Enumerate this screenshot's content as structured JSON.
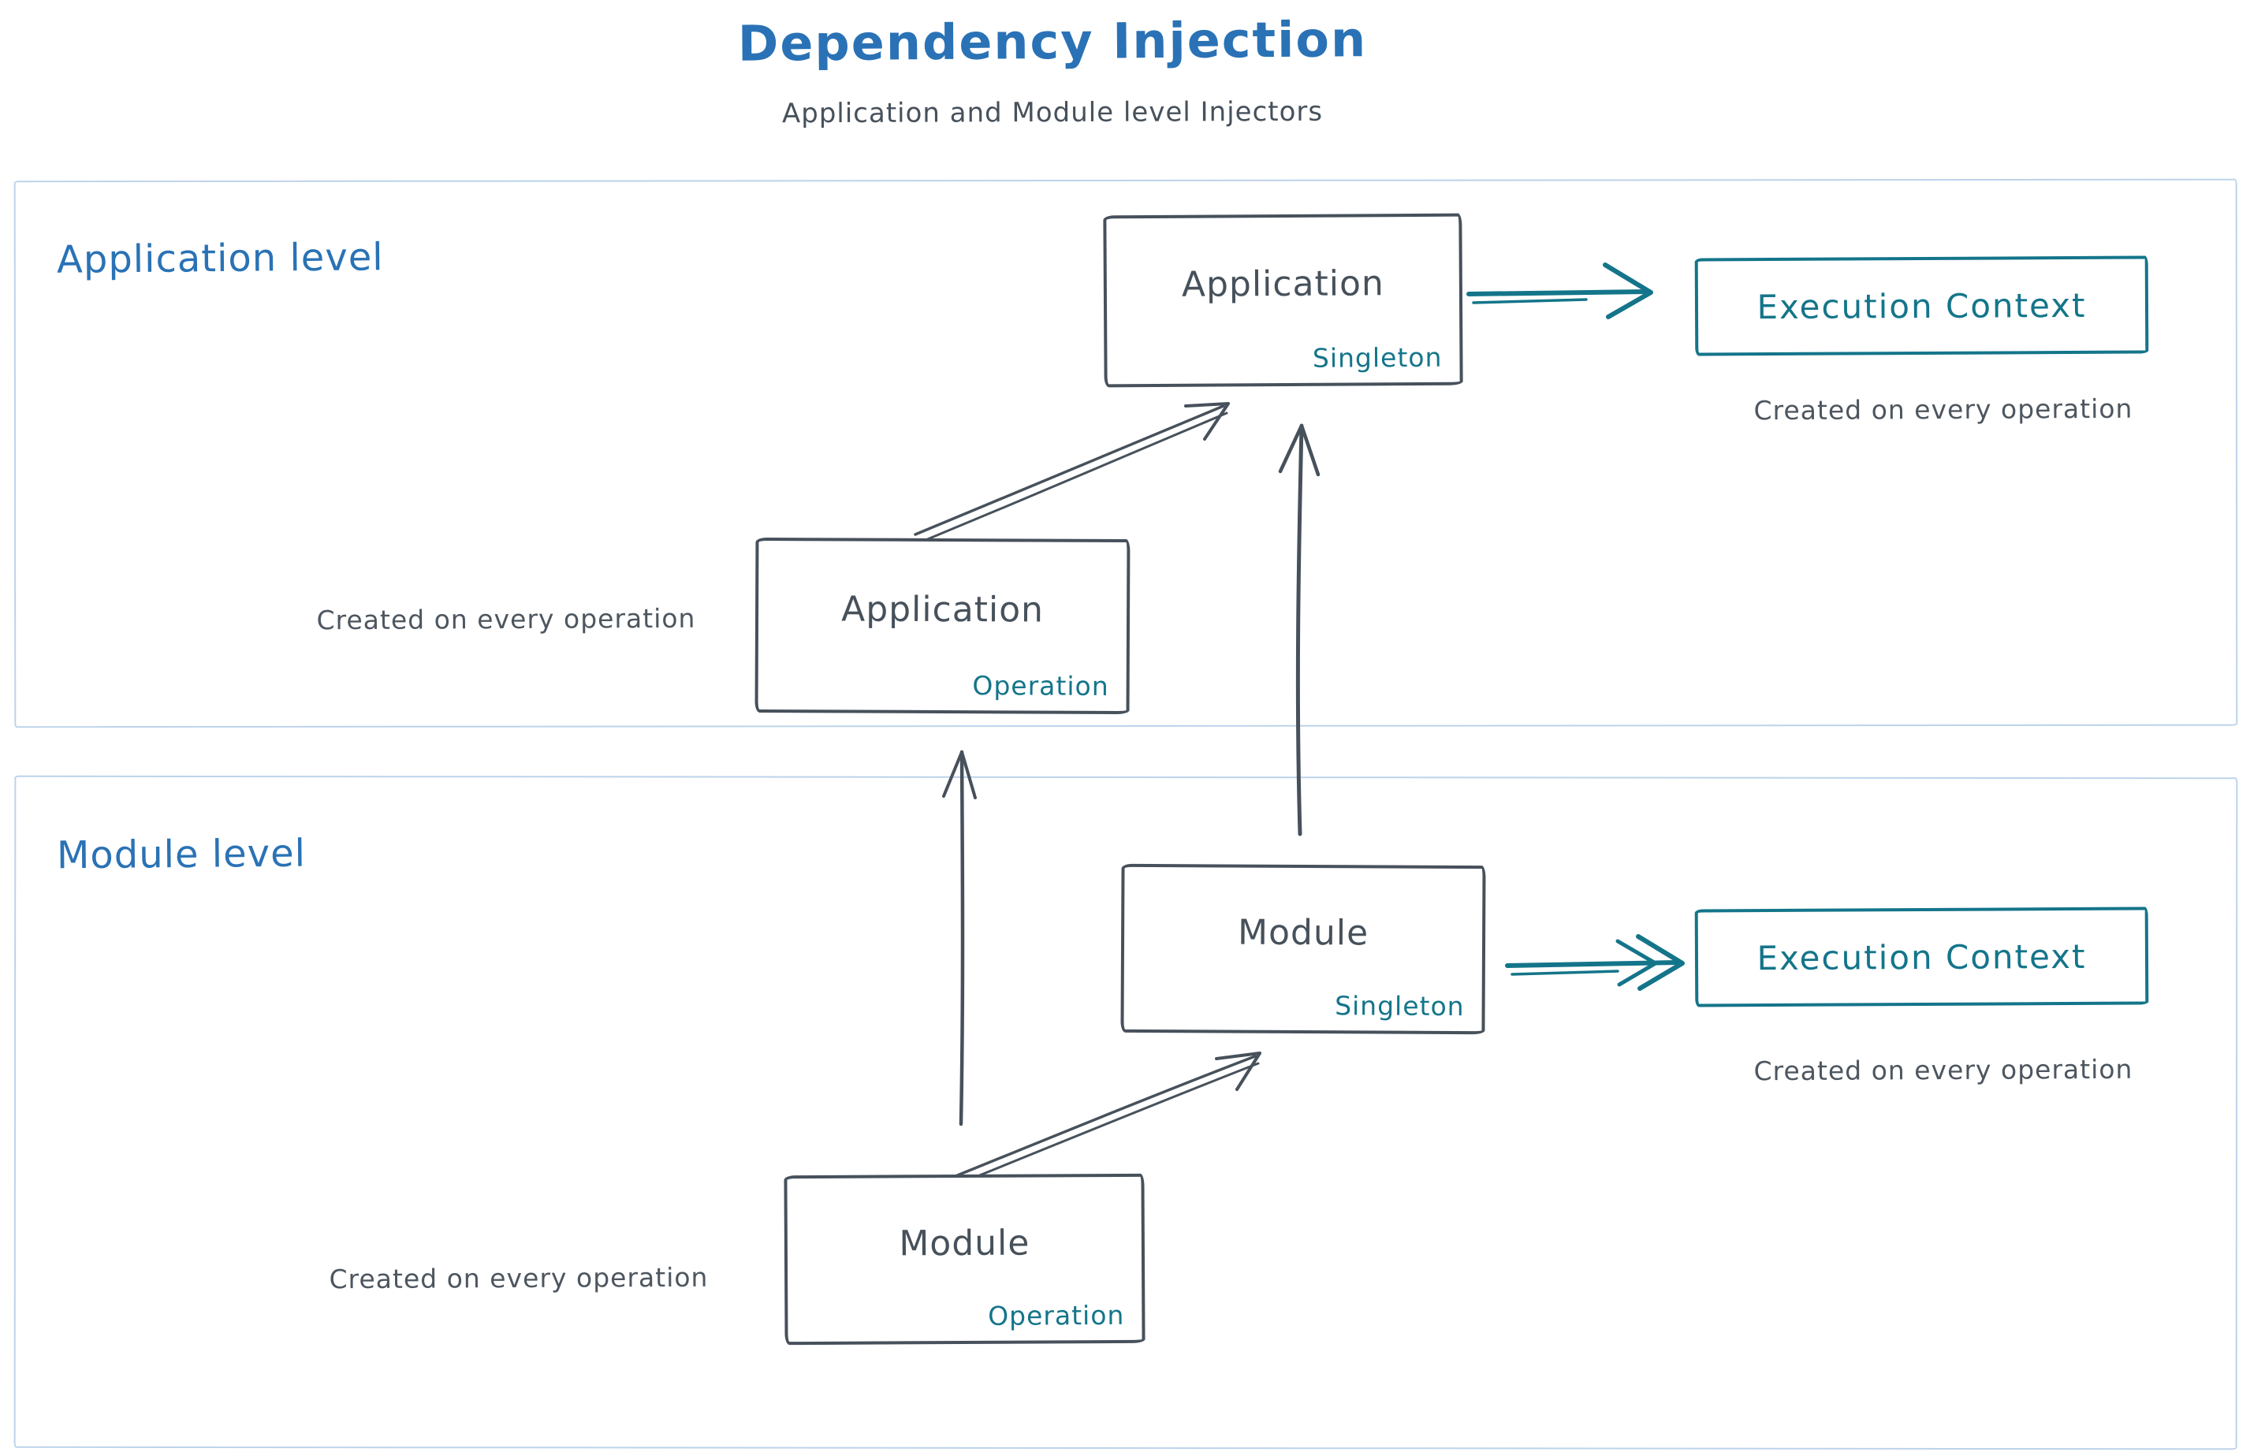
{
  "title": "Dependency Injection",
  "subtitle": "Application and Module level Injectors",
  "colors": {
    "accent_blue": "#2a72b5",
    "teal": "#14758a",
    "slate": "#47515b",
    "frame_border": "#bdd3ea",
    "background": "#ffffff"
  },
  "sections": [
    {
      "label": "Application level"
    },
    {
      "label": "Module level"
    }
  ],
  "nodes": {
    "app_singleton": {
      "title": "Application",
      "subtitle": "Singleton"
    },
    "app_operation": {
      "title": "Application",
      "subtitle": "Operation"
    },
    "module_singleton": {
      "title": "Module",
      "subtitle": "Singleton"
    },
    "module_operation": {
      "title": "Module",
      "subtitle": "Operation"
    },
    "execution_context_app": {
      "title": "Execution Context"
    },
    "execution_context_module": {
      "title": "Execution Context"
    }
  },
  "captions": {
    "app_execution_context": "Created on every operation",
    "app_operation": "Created on every operation",
    "module_execution_context": "Created on every operation",
    "module_operation": "Created on every operation"
  }
}
